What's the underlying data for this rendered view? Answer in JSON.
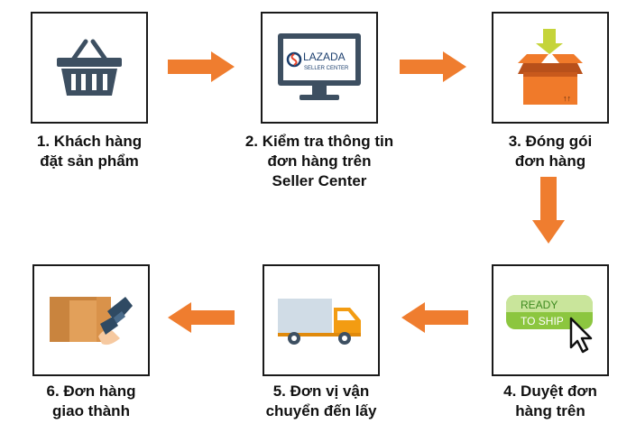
{
  "steps": [
    {
      "number": "1.",
      "lines": [
        "1. Khách hàng",
        "đặt sản phẩm"
      ],
      "icon": "shopping-basket-icon"
    },
    {
      "number": "2.",
      "lines": [
        "2. Kiểm tra thông tin",
        "đơn hàng trên",
        "Seller Center"
      ],
      "icon": "monitor-lazada-icon",
      "logo_text": "LAZADA",
      "logo_sub": "SELLER CENTER"
    },
    {
      "number": "3.",
      "lines": [
        "3. Đóng gói",
        "đơn hàng"
      ],
      "icon": "package-box-icon"
    },
    {
      "number": "4.",
      "lines": [
        "4. Duyệt đơn",
        "hàng trên"
      ],
      "icon": "ready-to-ship-button-icon",
      "button_line1": "READY",
      "button_line2": "TO SHIP"
    },
    {
      "number": "5.",
      "lines": [
        "5. Đơn vị vận",
        "chuyển đến lấy"
      ],
      "icon": "delivery-truck-icon"
    },
    {
      "number": "6.",
      "lines": [
        "6. Đơn hàng",
        "giao thành"
      ],
      "icon": "hand-delivering-box-icon"
    }
  ],
  "colors": {
    "arrow": "#ef7d2f",
    "border": "#1a1a1a",
    "icon_dark": "#3d4f61",
    "box_orange": "#f07a2a",
    "green": "#8cc63f",
    "truck_orange": "#f39c12"
  }
}
